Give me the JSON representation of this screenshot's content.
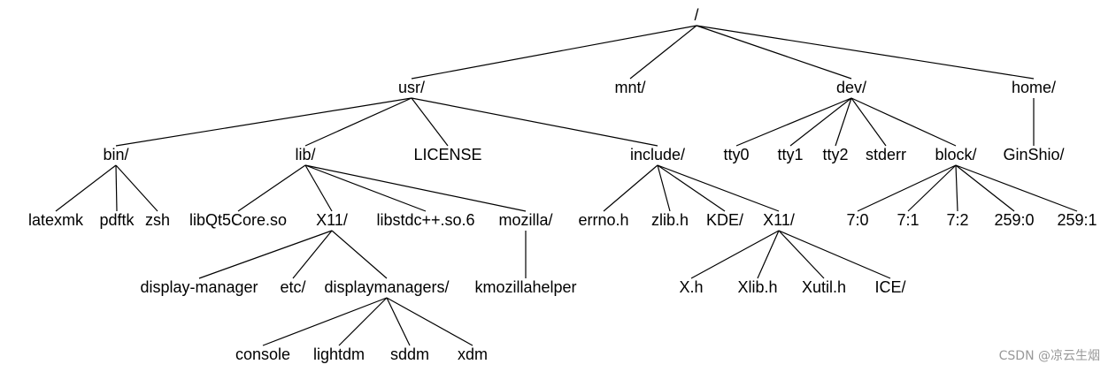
{
  "tree": {
    "id": "root",
    "label": "/",
    "children": [
      {
        "id": "usr",
        "label": "usr/",
        "children": [
          {
            "id": "bin",
            "label": "bin/",
            "children": [
              {
                "id": "latexmk",
                "label": "latexmk"
              },
              {
                "id": "pdftk",
                "label": "pdftk"
              },
              {
                "id": "zsh",
                "label": "zsh"
              }
            ]
          },
          {
            "id": "lib",
            "label": "lib/",
            "children": [
              {
                "id": "libqt5core",
                "label": "libQt5Core.so"
              },
              {
                "id": "lib-x11",
                "label": "X11/",
                "children": [
                  {
                    "id": "display-manager",
                    "label": "display-manager"
                  },
                  {
                    "id": "etc",
                    "label": "etc/"
                  },
                  {
                    "id": "displaymanagers",
                    "label": "displaymanagers/",
                    "children": [
                      {
                        "id": "console",
                        "label": "console"
                      },
                      {
                        "id": "lightdm",
                        "label": "lightdm"
                      },
                      {
                        "id": "sddm",
                        "label": "sddm"
                      },
                      {
                        "id": "xdm",
                        "label": "xdm"
                      }
                    ]
                  }
                ]
              },
              {
                "id": "libstdc",
                "label": "libstdc++.so.6"
              },
              {
                "id": "mozilla",
                "label": "mozilla/",
                "children": [
                  {
                    "id": "kmozillahelper",
                    "label": "kmozillahelper"
                  }
                ]
              }
            ]
          },
          {
            "id": "license",
            "label": "LICENSE"
          },
          {
            "id": "include",
            "label": "include/",
            "children": [
              {
                "id": "errno",
                "label": "errno.h"
              },
              {
                "id": "zlib",
                "label": "zlib.h"
              },
              {
                "id": "kde",
                "label": "KDE/"
              },
              {
                "id": "include-x11",
                "label": "X11/",
                "children": [
                  {
                    "id": "xh",
                    "label": "X.h"
                  },
                  {
                    "id": "xlibh",
                    "label": "Xlib.h"
                  },
                  {
                    "id": "xutilh",
                    "label": "Xutil.h"
                  },
                  {
                    "id": "ice",
                    "label": "ICE/"
                  }
                ]
              }
            ]
          }
        ]
      },
      {
        "id": "mnt",
        "label": "mnt/"
      },
      {
        "id": "dev",
        "label": "dev/",
        "children": [
          {
            "id": "tty0",
            "label": "tty0"
          },
          {
            "id": "tty1",
            "label": "tty1"
          },
          {
            "id": "tty2",
            "label": "tty2"
          },
          {
            "id": "stderr",
            "label": "stderr"
          },
          {
            "id": "block",
            "label": "block/",
            "children": [
              {
                "id": "b70",
                "label": "7:0"
              },
              {
                "id": "b71",
                "label": "7:1"
              },
              {
                "id": "b72",
                "label": "7:2"
              },
              {
                "id": "b2590",
                "label": "259:0"
              },
              {
                "id": "b2591",
                "label": "259:1"
              }
            ]
          }
        ]
      },
      {
        "id": "home",
        "label": "home/",
        "children": [
          {
            "id": "ginshio",
            "label": "GinShio/"
          }
        ]
      }
    ]
  },
  "watermark": "CSDN @凉云生烟"
}
